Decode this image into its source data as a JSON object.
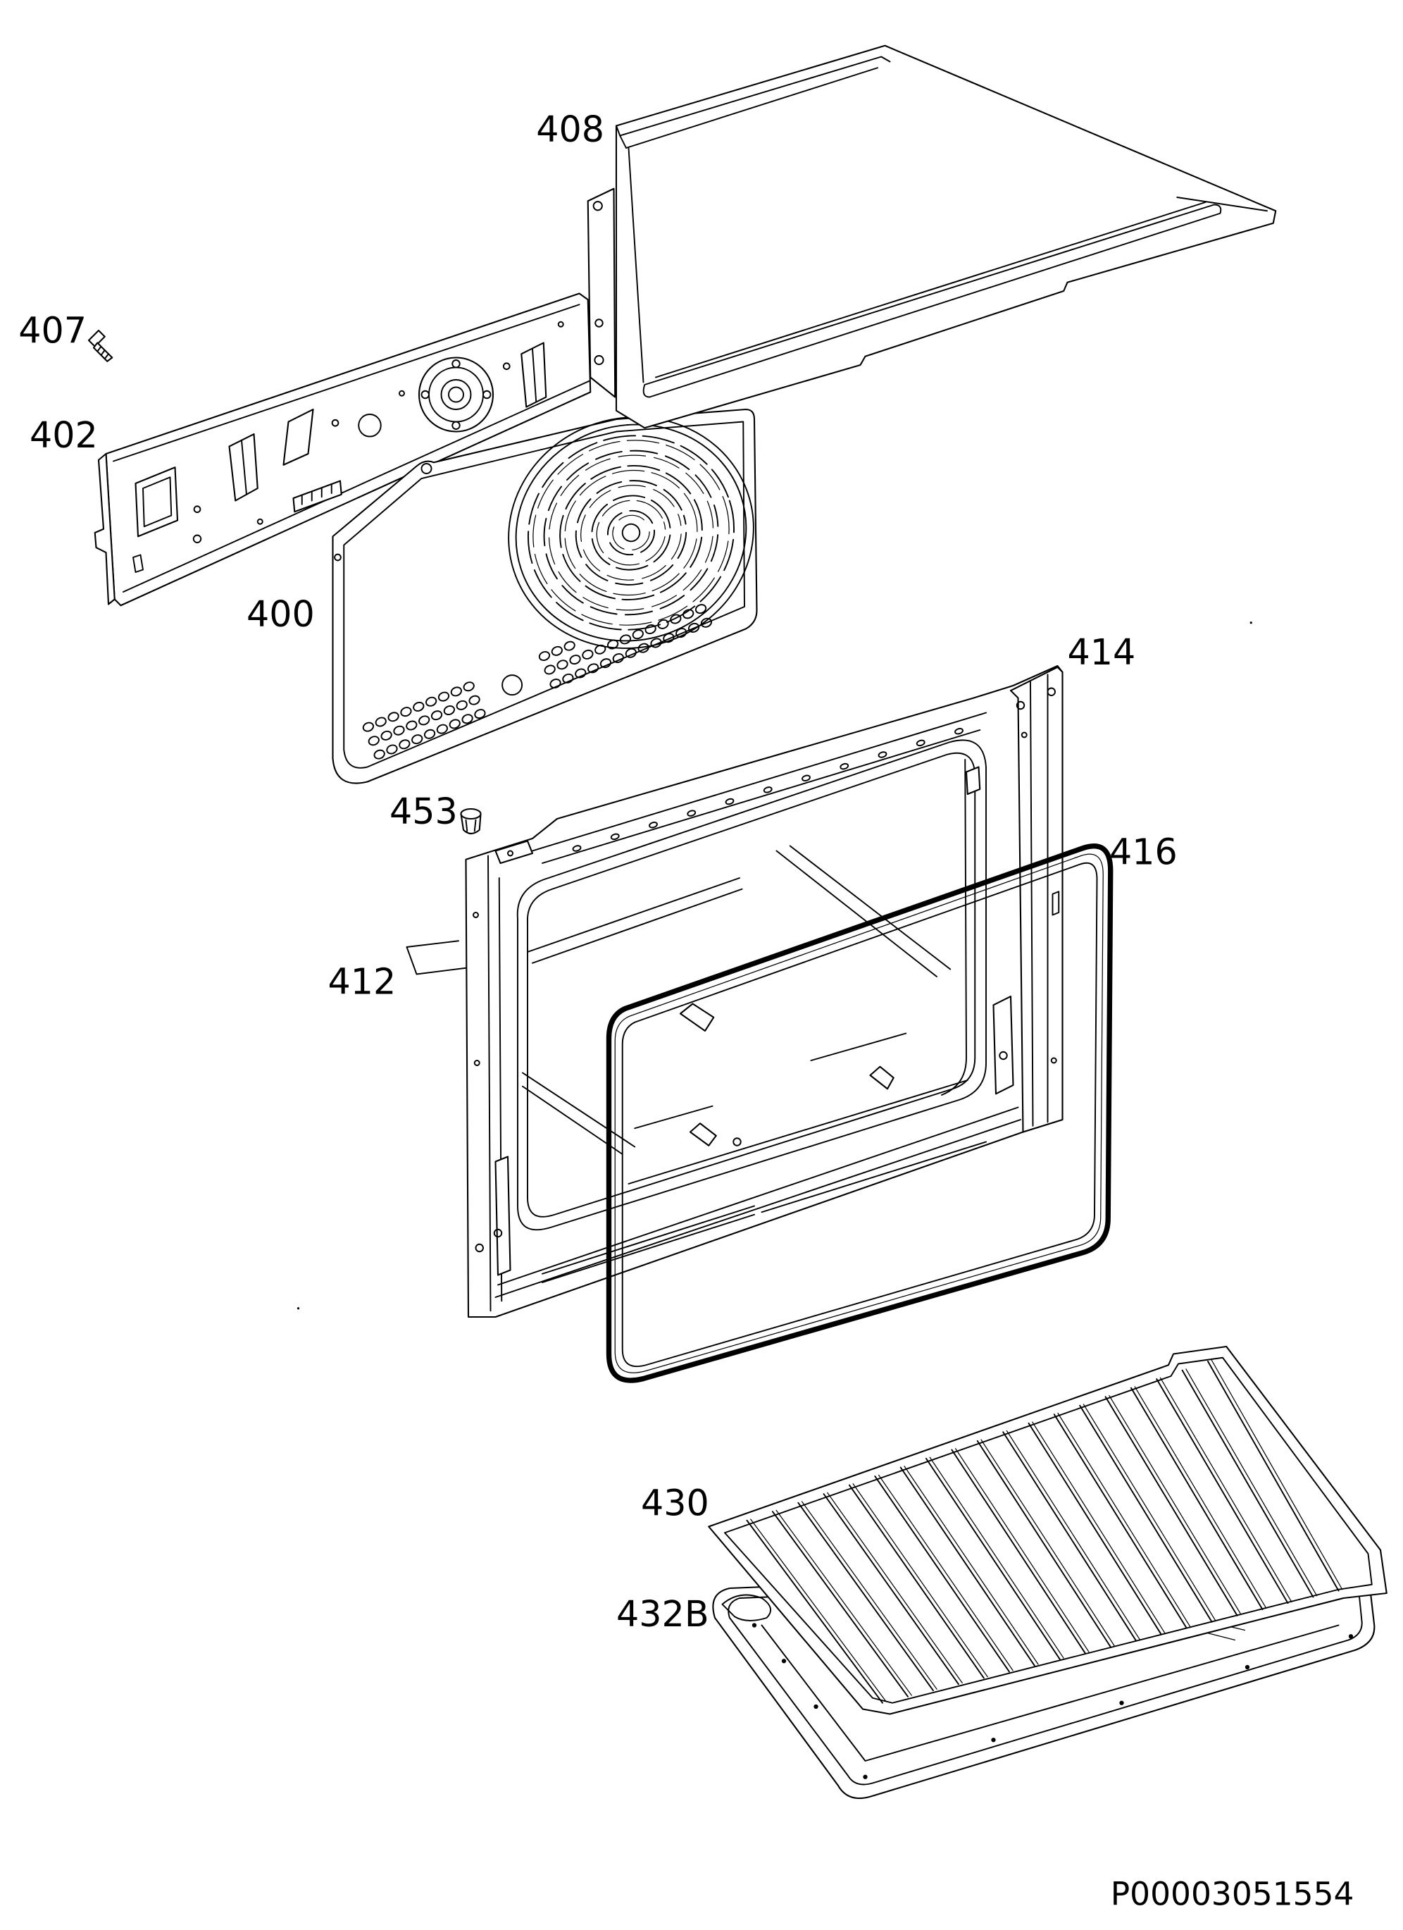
{
  "diagram": {
    "callouts": {
      "c408": "408",
      "c407": "407",
      "c402": "402",
      "c400": "400",
      "c414": "414",
      "c453": "453",
      "c416": "416",
      "c412": "412",
      "c430": "430",
      "c432B": "432B"
    },
    "drawing_code": "P00003051554"
  },
  "colors": {
    "line": "#000000",
    "background": "#ffffff"
  }
}
